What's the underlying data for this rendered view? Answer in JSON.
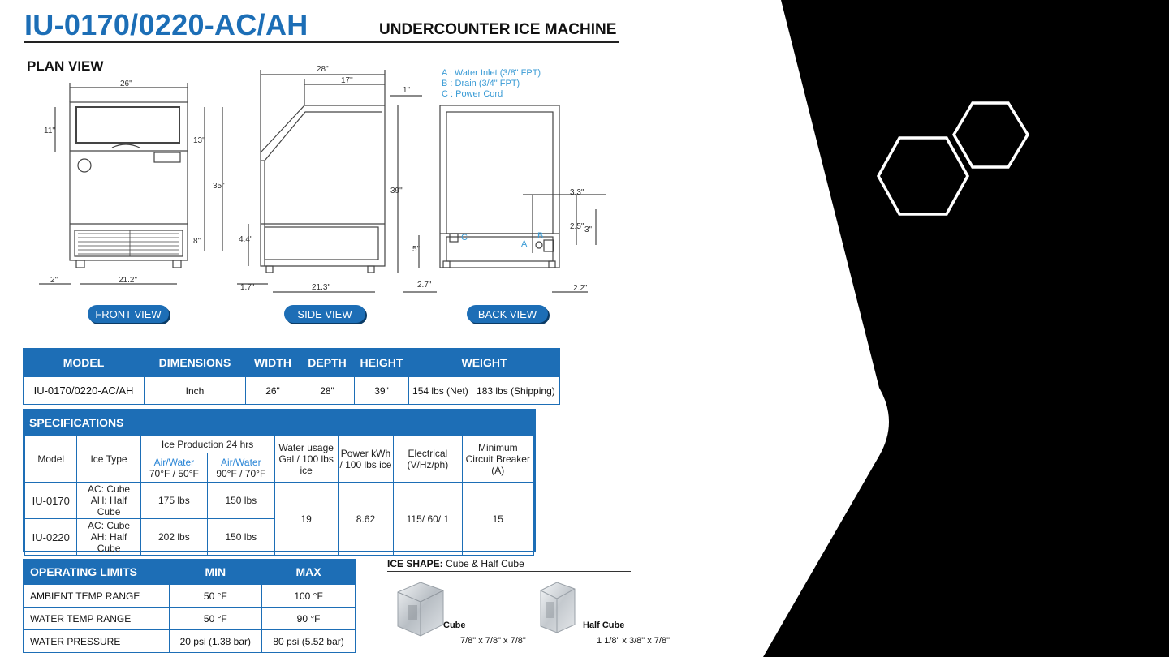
{
  "header": {
    "title": "IU-0170/0220-AC/AH",
    "subtitle": "UNDERCOUNTER ICE MACHINE",
    "plan_view": "PLAN VIEW"
  },
  "legend": {
    "a": "A : Water Inlet (3/8\" FPT)",
    "b": "B : Drain (3/4\" FPT)",
    "c": "C : Power Cord"
  },
  "dims": {
    "front_width": "26\"",
    "front_top": "11\"",
    "front_mid": "13\"",
    "front_total": "35\"",
    "front_bottom": "8\"",
    "front_left": "2\"",
    "front_base": "21.2\"",
    "side_depth": "28\"",
    "side_inner": "17\"",
    "side_one": "1\"",
    "side_height": "39\"",
    "side_low": "4.4\"",
    "side_left": "1.7\"",
    "side_base": "21.3\"",
    "back_33": "3.3\"",
    "back_25": "2.5\"",
    "back_3": "3\"",
    "back_5": "5\"",
    "back_27": "2.7\"",
    "back_22": "2.2\"",
    "back_a": "A",
    "back_b": "B",
    "back_c": "C"
  },
  "views": {
    "front": "FRONT VIEW",
    "side": "SIDE VIEW",
    "back": "BACK VIEW"
  },
  "dimensions_table": {
    "headers": [
      "MODEL",
      "DIMENSIONS",
      "WIDTH",
      "DEPTH",
      "HEIGHT",
      "WEIGHT"
    ],
    "row": [
      "IU-0170/0220-AC/AH",
      "Inch",
      "26\"",
      "28\"",
      "39\"",
      "154 lbs (Net)",
      "183 lbs (Shipping)"
    ]
  },
  "specifications": {
    "title": "SPECIFICATIONS",
    "col_model": "Model",
    "col_ice_type": "Ice Type",
    "col_ice_prod": "Ice Production 24 hrs",
    "col_aw1": "Air/Water",
    "col_aw1_temp": "70°F / 50°F",
    "col_aw2": "Air/Water",
    "col_aw2_temp": "90°F / 70°F",
    "col_water": "Water usage Gal / 100 lbs ice",
    "col_power": "Power kWh / 100 lbs ice",
    "col_elec": "Electrical (V/Hz/ph)",
    "col_breaker": "Minimum Circuit Breaker (A)",
    "rows": [
      {
        "model": "IU-0170",
        "type1": "AC: Cube",
        "type2": "AH: Half Cube",
        "p1": "175 lbs",
        "p2": "150 lbs"
      },
      {
        "model": "IU-0220",
        "type1": "AC: Cube",
        "type2": "AH: Half Cube",
        "p1": "202 lbs",
        "p2": "150 lbs"
      }
    ],
    "water": "19",
    "power": "8.62",
    "electrical": "115/ 60/ 1",
    "breaker": "15"
  },
  "operating_limits": {
    "title": "OPERATING LIMITS",
    "min": "MIN",
    "max": "MAX",
    "rows": [
      {
        "label": "AMBIENT TEMP RANGE",
        "min": "50 °F",
        "max": "100 °F"
      },
      {
        "label": "WATER TEMP RANGE",
        "min": "50 °F",
        "max": "90 °F"
      },
      {
        "label": "WATER PRESSURE",
        "min": "20 psi (1.38 bar)",
        "max": "80 psi (5.52 bar)"
      }
    ]
  },
  "ice_shape": {
    "label": "ICE SHAPE:",
    "value": "Cube & Half Cube",
    "cube": "Cube",
    "cube_size": "7/8\" x 7/8\" x 7/8\"",
    "half": "Half Cube",
    "half_size": "1 1/8\" x 3/8\" x 7/8\""
  },
  "colors": {
    "brand_blue": "#1d6eb6",
    "panel": "#000000"
  }
}
